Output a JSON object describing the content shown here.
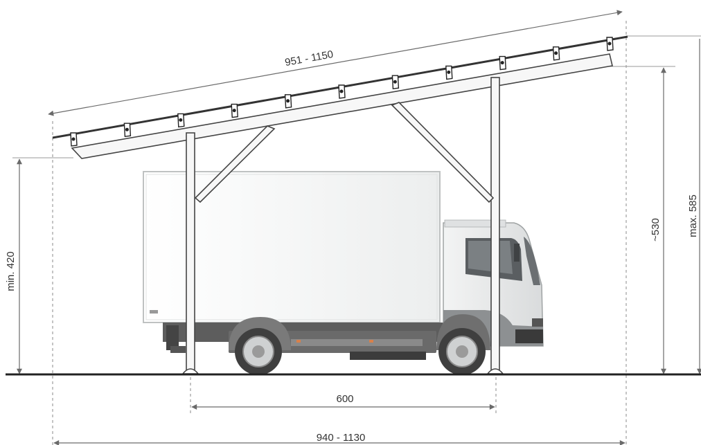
{
  "dimensions": {
    "roof_length": "951 - 1150",
    "min_clearance": "min. 420",
    "front_height": "~530",
    "max_height": "max. 585",
    "post_spacing": "600",
    "overall_width": "940 - 1130"
  },
  "colors": {
    "line": "#333333",
    "dimension": "#555555",
    "frame": "#f4f4f4",
    "frame_stroke": "#444444",
    "truck_body": "#f2f3f3",
    "truck_cab": "#e6e7e8",
    "chassis": "#5a5a5a",
    "wheel": "#4a4a4a",
    "ground": "#222222"
  }
}
